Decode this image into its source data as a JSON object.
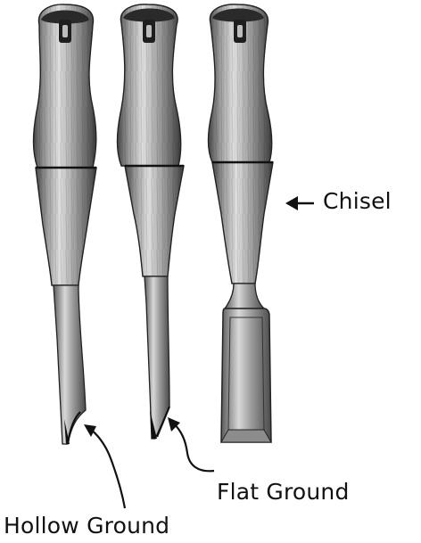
{
  "labels": {
    "chisel": "Chisel",
    "flat_ground": "Flat Ground",
    "hollow_ground": "Hollow Ground"
  },
  "colors": {
    "ink": "#111111",
    "wood_dark": "#3a3a3a",
    "wood_mid": "#8a8a8a",
    "wood_light": "#d6d6d6",
    "background": "#ffffff"
  },
  "icons": [
    "hollow-ground-gouge-illustration",
    "flat-ground-gouge-illustration",
    "chisel-illustration",
    "pointer-arrow"
  ]
}
